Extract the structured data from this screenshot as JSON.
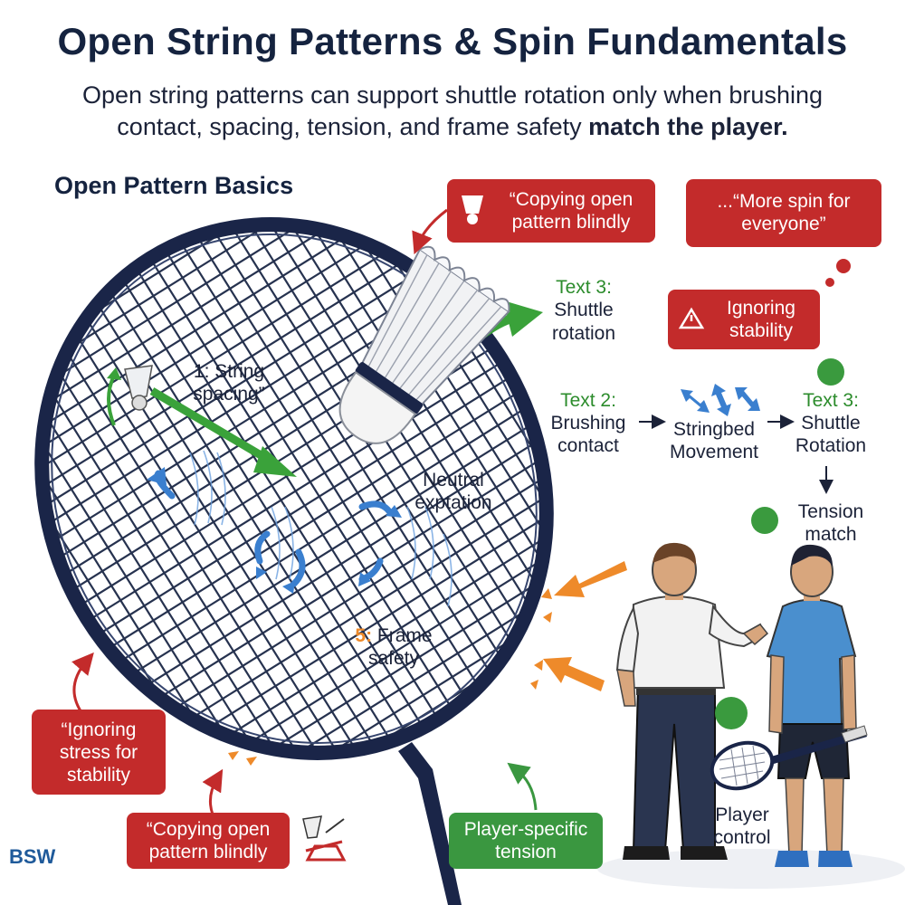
{
  "title": "Open String Patterns & Spin Fundamentals",
  "subtitle_pre": "Open string patterns can support shuttle rotation only when brushing contact, spacing, tension, and frame safety ",
  "subtitle_bold": "match the player.",
  "section_heading": "Open Pattern Basics",
  "callouts": {
    "copy_top": "“Copying open pattern blindly",
    "more_spin": "...“More spin for everyone”",
    "ignoring_stability": "Ignoring stability",
    "ignoring_stress": "“Ignoring stress for stability",
    "copy_bottom": "“Copying open pattern blindly",
    "player_tension": "Player-specific tension"
  },
  "racket_labels": {
    "string_spacing": "1: String spacing”",
    "neutral": "Neutral exptation",
    "frame_safety_num": "5:",
    "frame_safety": "Frame safety"
  },
  "flow": {
    "text3_top_title": "Text 3:",
    "text3_top_body": "Shuttle rotation",
    "text2_title": "Text 2:",
    "text2_body": "Brushing contact",
    "stringbed": "Stringbed Movement",
    "text3_title": "Text 3:",
    "text3_body": "Shuttle Rotation",
    "tension_match": "Tension match"
  },
  "player_control": "Player control",
  "logo_text": "BSW",
  "colors": {
    "navy": "#1a2548",
    "red": "#c32b2b",
    "green": "#3a9740",
    "orange": "#ee8a2a",
    "blue": "#3a7fcf",
    "arrow_green": "#3aa23a"
  }
}
